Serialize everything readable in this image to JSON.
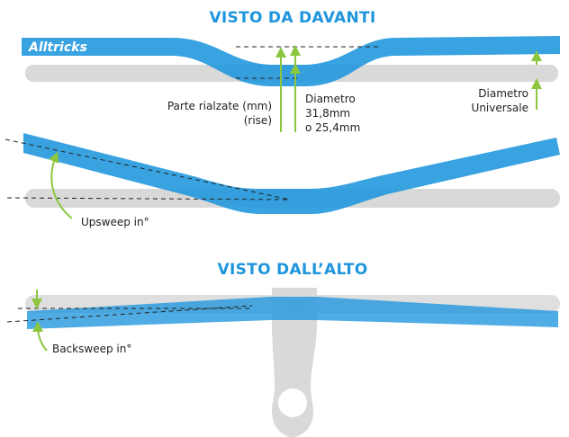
{
  "colors": {
    "blue": "#1e95dd",
    "blue_overlay": "#3a8fc9",
    "gray": "#d9d9d9",
    "arrow_green": "#8dc63f",
    "white": "#ffffff"
  },
  "front_view": {
    "title": "VISTO DA DAVANTI",
    "logo": "Alltricks",
    "rise_label_line1": "Parte rialzate (mm)",
    "rise_label_line2": "(rise)",
    "diameter_label_line1": "Diametro",
    "diameter_label_line2": "31,8mm",
    "diameter_label_line3": "o 25,4mm",
    "universal_label_line1": "Diametro",
    "universal_label_line2": "Universale"
  },
  "upsweep_view": {
    "label": "Upsweep in°"
  },
  "top_view": {
    "title": "VISTO DALL’ALTO",
    "label": "Backsweep in°"
  }
}
